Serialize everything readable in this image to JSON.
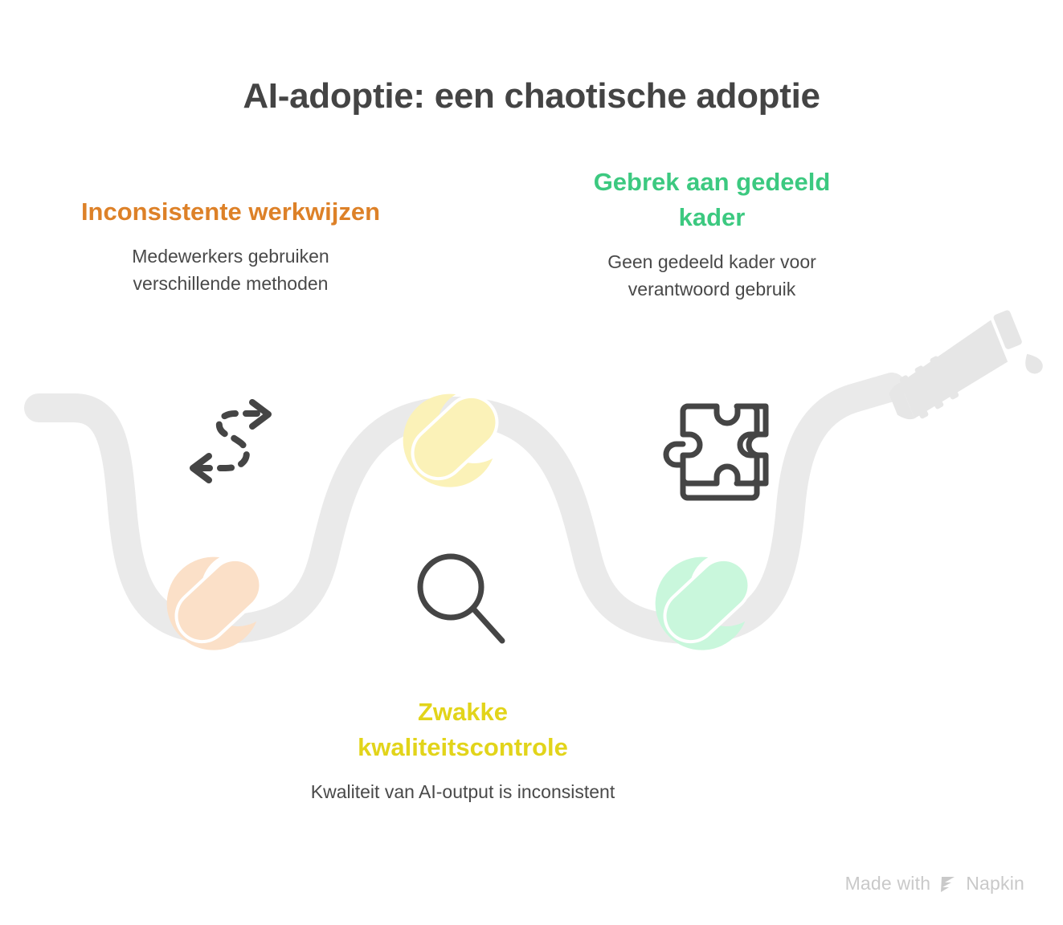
{
  "title": "AI-adoptie: een chaotische adoptie",
  "theme": {
    "title_color": "#444444",
    "body_color": "#494949",
    "path_color": "#EAEAEA",
    "icon_color": "#454545",
    "background": "#FFFFFF"
  },
  "blocks": [
    {
      "id": "inconsistent",
      "heading": "Inconsistente werkwijzen",
      "body": "Medewerkers gebruiken verschillende methoden",
      "color": "#DD8128",
      "marker_color": "#FBE0C8",
      "icon": "dashed-zigzag-arrow-icon"
    },
    {
      "id": "quality",
      "heading": "Zwakke kwaliteitscontrole",
      "body": "Kwaliteit van AI-output is inconsistent",
      "color": "#E2D41A",
      "marker_color": "#FBF2B8",
      "icon": "magnifier-icon"
    },
    {
      "id": "framework",
      "heading": "Gebrek aan gedeeld kader",
      "body": "Geen gedeeld kader voor verantwoord gebruik",
      "color": "#3CC980",
      "marker_color": "#C9F7DC",
      "icon": "puzzle-icon"
    }
  ],
  "watermark": {
    "prefix": "Made with",
    "brand": "Napkin",
    "logo": "napkin-logo-icon",
    "color": "#C9C9C9"
  }
}
